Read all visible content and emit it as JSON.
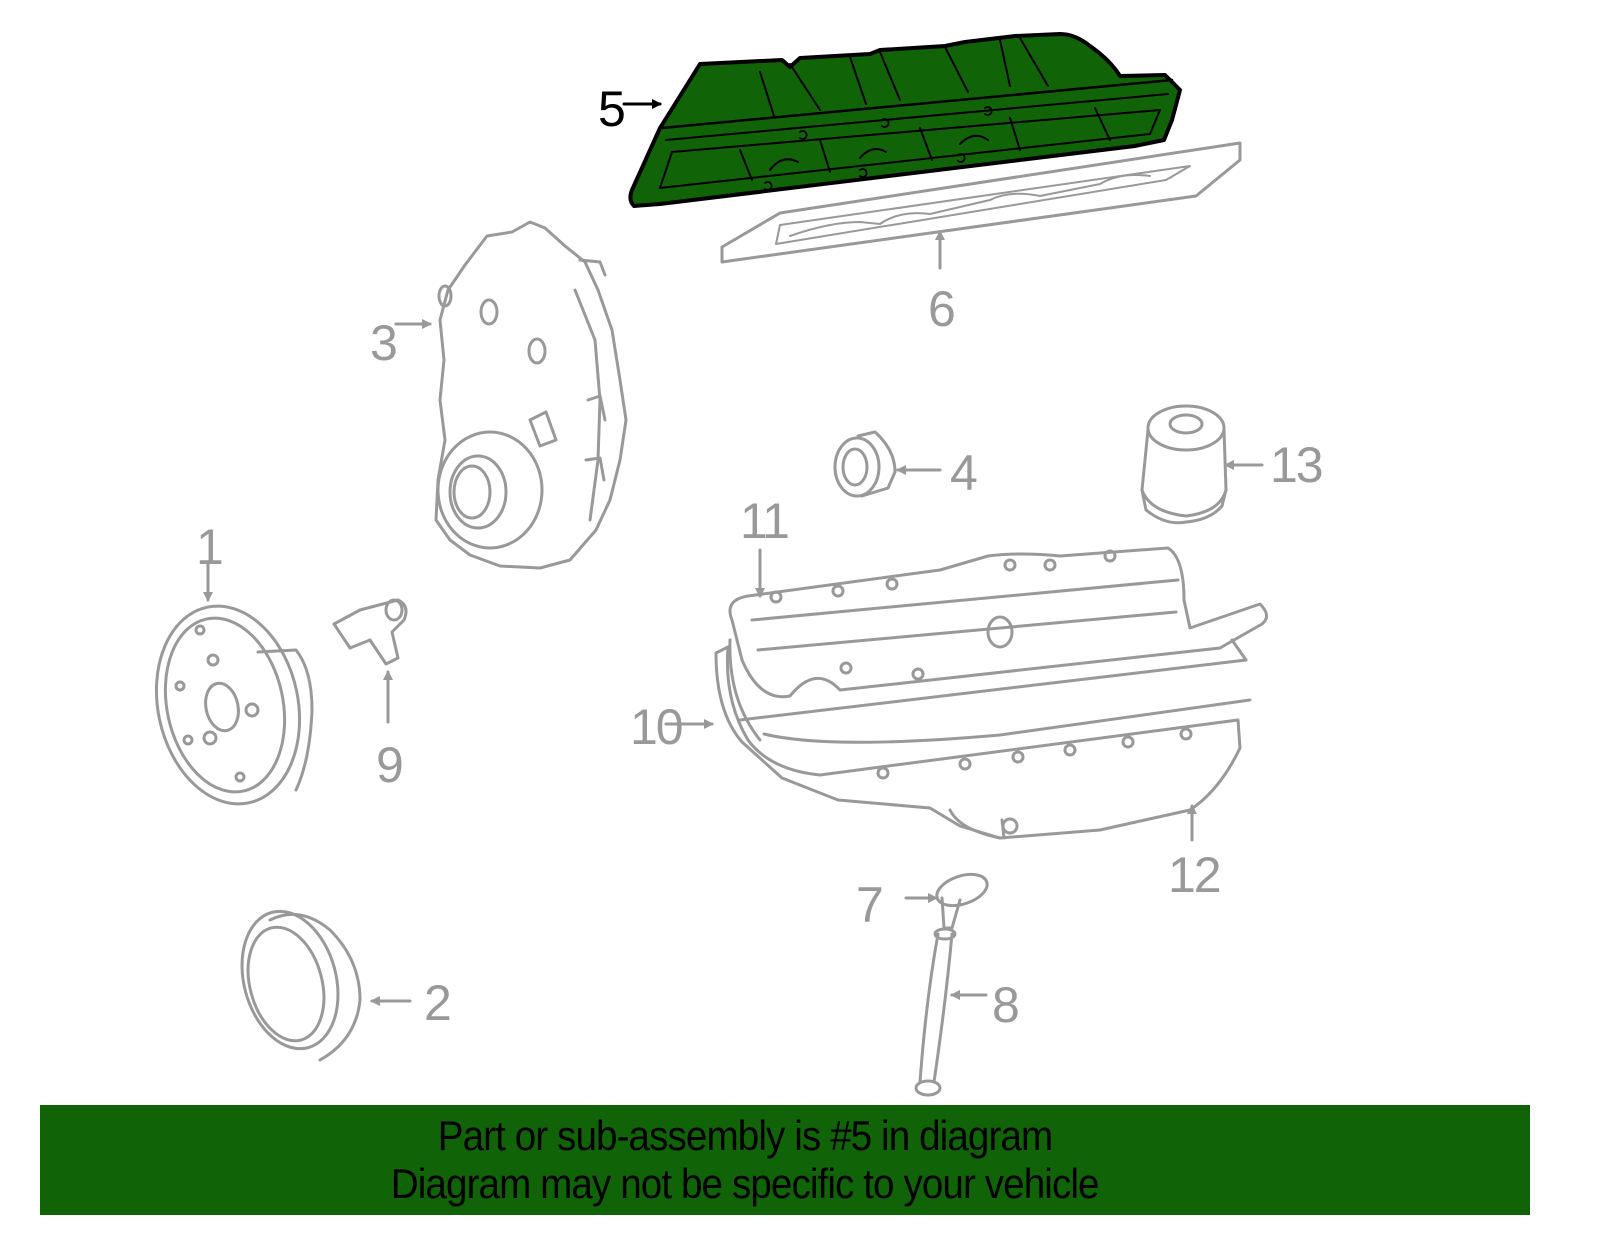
{
  "diagram": {
    "highlight_color": "#116307",
    "line_color": "#999999",
    "active_line_color": "#000000",
    "highlighted_part": "5",
    "callouts": [
      {
        "id": "1",
        "label": "1",
        "part": "crankshaft-balancer"
      },
      {
        "id": "2",
        "label": "2",
        "part": "crankshaft-pulley"
      },
      {
        "id": "3",
        "label": "3",
        "part": "timing-cover"
      },
      {
        "id": "4",
        "label": "4",
        "part": "front-seal"
      },
      {
        "id": "5",
        "label": "5",
        "part": "valve-cover",
        "highlighted": true
      },
      {
        "id": "6",
        "label": "6",
        "part": "valve-cover-gasket"
      },
      {
        "id": "7",
        "label": "7",
        "part": "dipstick"
      },
      {
        "id": "8",
        "label": "8",
        "part": "dipstick-tube"
      },
      {
        "id": "9",
        "label": "9",
        "part": "crankshaft-position-sensor"
      },
      {
        "id": "10",
        "label": "10",
        "part": "oil-pan"
      },
      {
        "id": "11",
        "label": "11",
        "part": "oil-pan-gasket"
      },
      {
        "id": "12",
        "label": "12",
        "part": "drain-plug"
      },
      {
        "id": "13",
        "label": "13",
        "part": "oil-filter"
      }
    ]
  },
  "banner": {
    "background": "#116307",
    "line1": "Part or sub-assembly is #5 in diagram",
    "line2": "Diagram may not be specific to your vehicle"
  }
}
